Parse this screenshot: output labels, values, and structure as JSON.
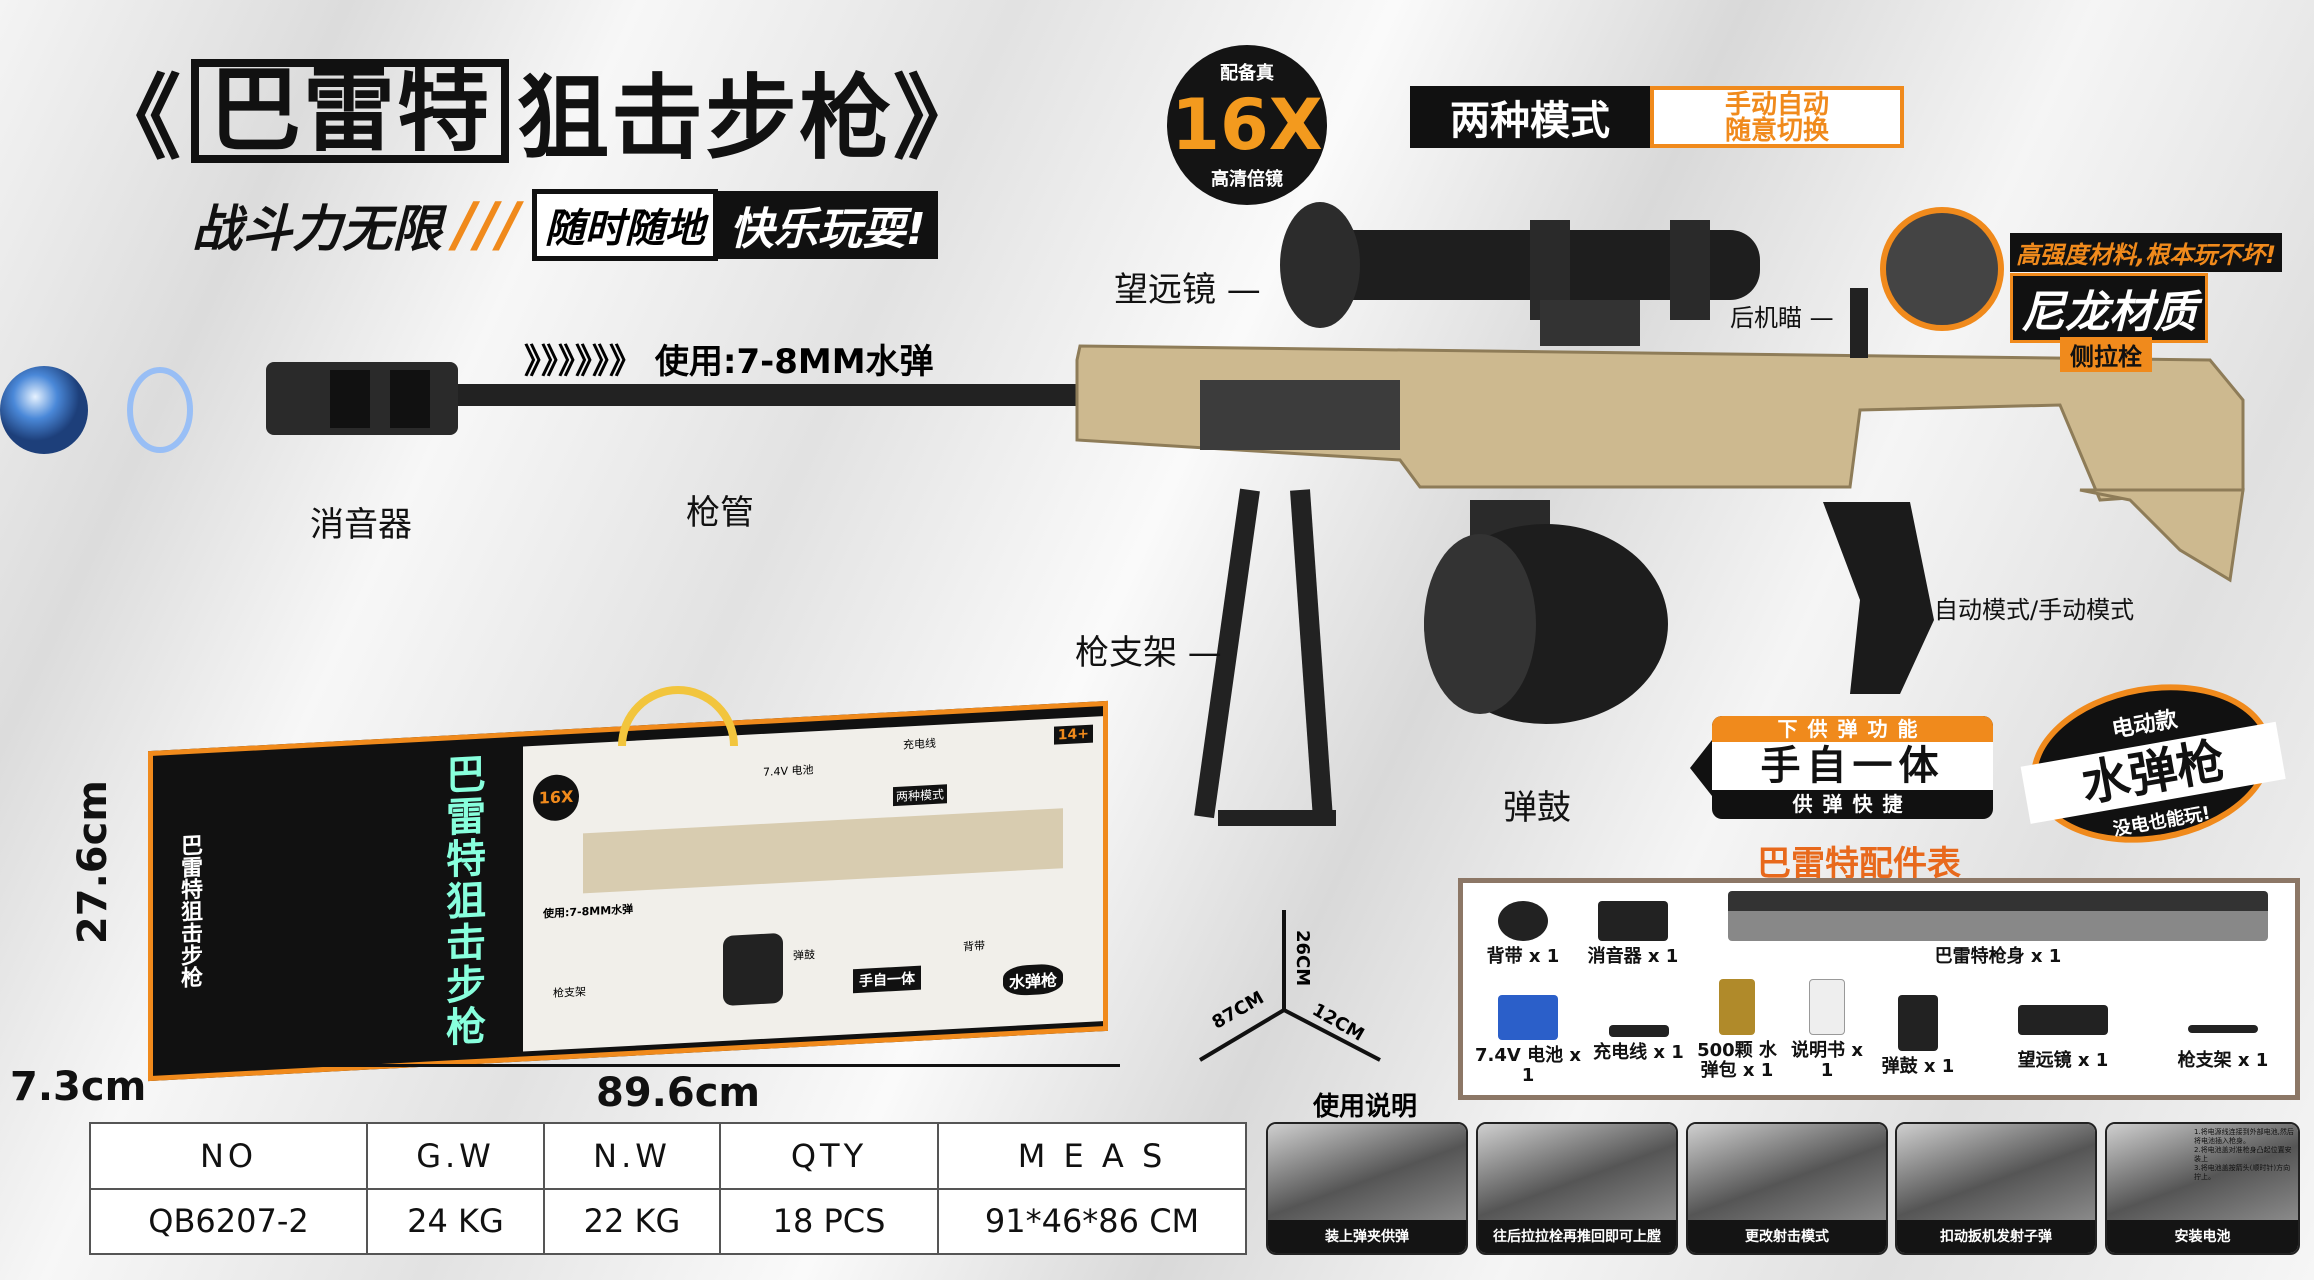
{
  "title": {
    "open": "《",
    "brand": "巴雷特",
    "name": "狙击步枪",
    "close": "》"
  },
  "subtitle": {
    "slogan": "战斗力无限",
    "slashes": "///",
    "tag_a": "随时随地",
    "tag_b": "快乐玩耍!"
  },
  "scope_badge": {
    "top": "配备真",
    "zoom": "16X",
    "bottom": "高清倍镜"
  },
  "mode_banner": {
    "left": "两种模式",
    "right_line1": "手动自动",
    "right_line2": "随意切换"
  },
  "ammo_note": {
    "arrows": "》》》》》》",
    "text": "使用:7-8MM水弹"
  },
  "labels": {
    "scope": "望远镜",
    "rear_sight": "后机瞄",
    "suppressor": "消音器",
    "barrel": "枪管",
    "bipod": "枪支架",
    "drum": "弹鼓",
    "mode_switch": "自动模式/手动模式"
  },
  "callout": {
    "line1": "高强度材料,根本玩不坏!",
    "line2": "尼龙材质",
    "line3": "侧拉栓"
  },
  "feed_box": {
    "header": "下供弹功能",
    "main": "手自一体",
    "footer": "供弹快捷"
  },
  "electric_badge": {
    "top": "电动款",
    "main": "水弹枪",
    "bottom": "没电也能玩!"
  },
  "parts": {
    "title": "巴雷特配件表",
    "items": [
      {
        "label": "背带 x 1"
      },
      {
        "label": "消音器 x 1"
      },
      {
        "label": "巴雷特枪身 x 1"
      },
      {
        "label": "7.4V 电池 x 1"
      },
      {
        "label": "充电线 x 1"
      },
      {
        "label": "500颗 水弹包 x 1"
      },
      {
        "label": "说明书 x 1"
      },
      {
        "label": "弹鼓 x 1"
      },
      {
        "label": "望远镜 x 1"
      },
      {
        "label": "枪支架 x 1"
      }
    ]
  },
  "instructions": {
    "title": "使用说明",
    "steps": [
      {
        "caption": "装上弹夹供弹"
      },
      {
        "caption": "往后拉拉栓再推回即可上膛"
      },
      {
        "caption": "更改射击模式"
      },
      {
        "caption": "扣动扳机发射子弹"
      },
      {
        "caption": "安装电池"
      }
    ],
    "battery_notes": [
      "1.将电源线连接到外部电池,然后将电池插入枪身。",
      "2.将电池盖对准枪身凸起位置安装上",
      "3.将电池盖按箭头(顺时针)方向拧上。"
    ]
  },
  "package": {
    "height": "27.6cm",
    "depth": "7.3cm",
    "width": "89.6cm",
    "box_text": {
      "brand_vertical": "巴雷特狙击步枪",
      "age": "14+",
      "zoom": "16X",
      "battery": "7.4V 电池",
      "cable": "充电线",
      "modes": "两种模式",
      "ammo": "使用:7-8MM水弹",
      "bipod": "枪支架",
      "drum": "弹鼓",
      "strap": "背带",
      "feed": "手自一体",
      "badge": "水弹枪"
    }
  },
  "carton_dims": {
    "h": "26CM",
    "l": "87CM",
    "w": "12CM"
  },
  "spec_table": {
    "headers": [
      "NO",
      "G.W",
      "N.W",
      "QTY",
      "M E A S"
    ],
    "row": [
      "QB6207-2",
      "24 KG",
      "22 KG",
      "18 PCS",
      "91*46*86 CM"
    ]
  },
  "colors": {
    "accent": "#f08a1c",
    "dark": "#111111",
    "tan": "#cdb98f"
  }
}
